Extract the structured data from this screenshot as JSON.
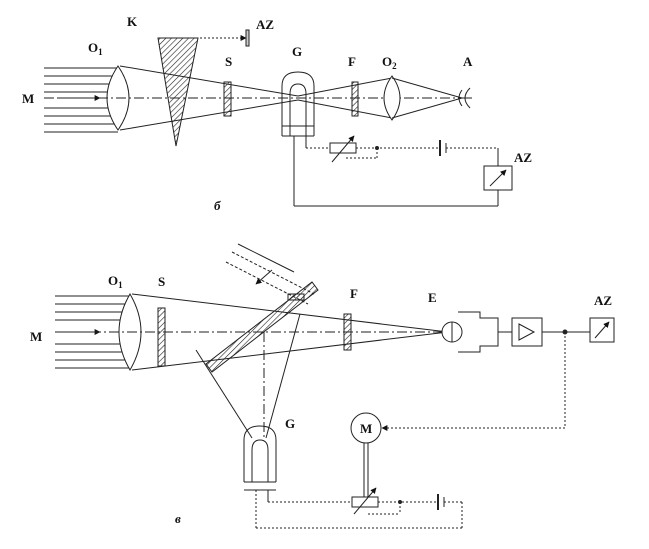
{
  "top": {
    "M": "M",
    "O1": "O",
    "O1sub": "1",
    "K": "K",
    "AZ1": "AZ",
    "S": "S",
    "G": "G",
    "F": "F",
    "O2": "O",
    "O2sub": "2",
    "A": "A",
    "AZ2": "AZ",
    "caption": "б"
  },
  "bottom": {
    "M": "M",
    "O1": "O",
    "O1sub": "1",
    "S": "S",
    "F": "F",
    "E": "E",
    "AZ": "AZ",
    "G": "G",
    "motor": "M",
    "caption": "в"
  }
}
